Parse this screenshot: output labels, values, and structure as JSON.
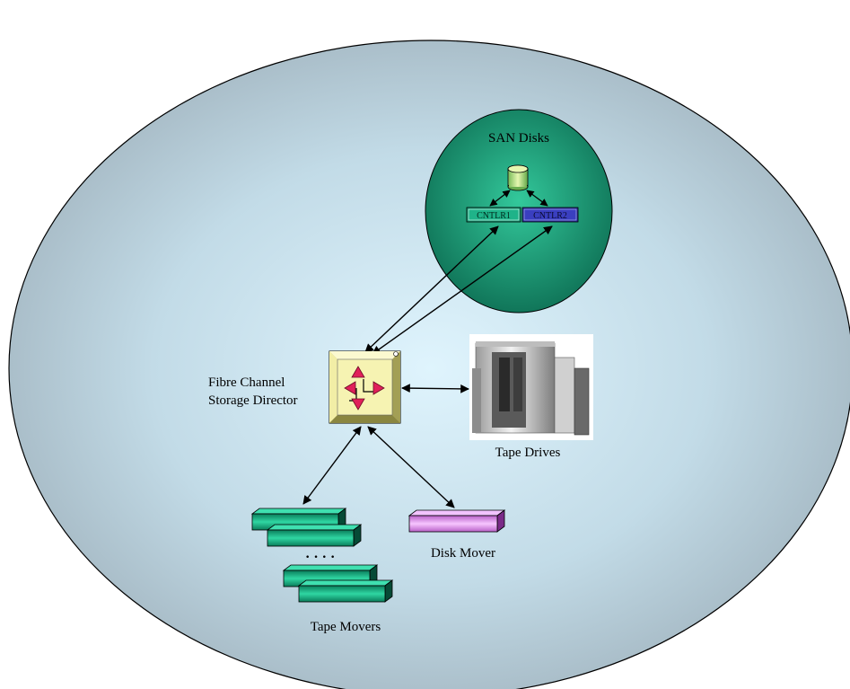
{
  "diagram": {
    "san_disks": {
      "label": "SAN Disks",
      "controllers": [
        "CNTLR1",
        "CNTLR2"
      ]
    },
    "director": {
      "line1": "Fibre Channel",
      "line2": "Storage Director"
    },
    "tape_drives": {
      "label": "Tape Drives"
    },
    "disk_mover": {
      "label": "Disk Mover"
    },
    "tape_movers": {
      "label": "Tape Movers",
      "ellipsis": "· · · ·"
    }
  },
  "colors": {
    "background_center": "#d8f0fb",
    "background_edge": "#9fb2bd",
    "san_center": "#2fbf94",
    "san_edge": "#0c6b51",
    "controller_1": "#1aa07a",
    "controller_2": "#3a3fc0",
    "director_frame": "#f3f0a8",
    "arrow_red": "#e0205a",
    "tape_mover": "#0f8f6a",
    "disk_mover": "#d37be0"
  },
  "icons": {
    "disk": "cylinder-icon",
    "director": "fibre-channel-switch-icon",
    "tape_drives": "tape-library-icon",
    "mover": "mover-box-icon"
  }
}
